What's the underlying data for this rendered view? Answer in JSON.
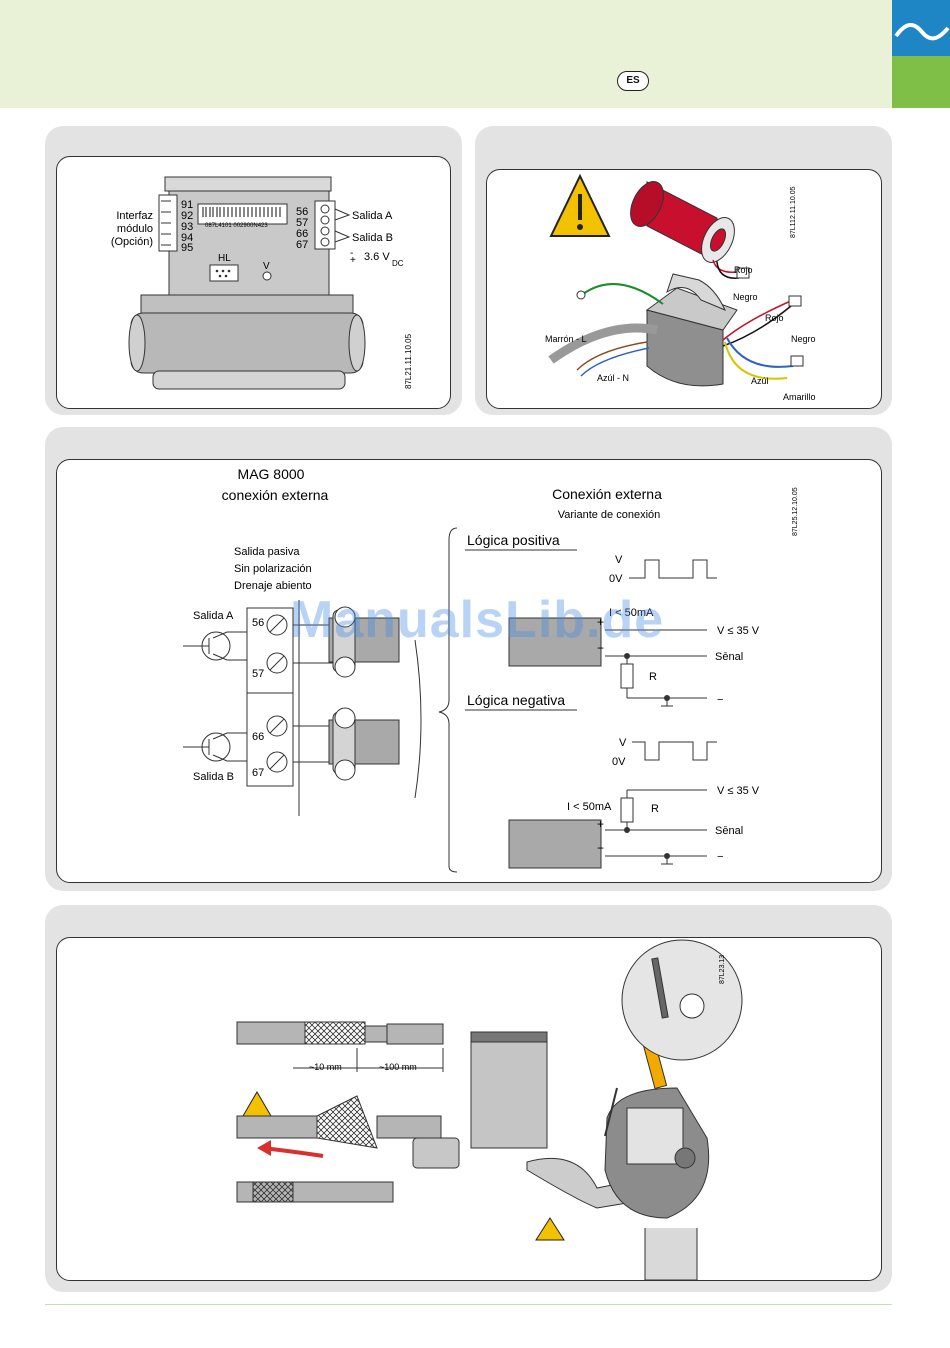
{
  "header": {
    "language_badge": "ES",
    "brand_colors": {
      "blue": "#1f86c6",
      "green": "#7fbf48",
      "band": "#e9f2d6"
    }
  },
  "panel1": {
    "ref_code": "87L21.11.10.05",
    "interface_label_lines": [
      "Interfaz",
      "módulo",
      "(Opción)"
    ],
    "left_terminals": [
      "91",
      "92",
      "93",
      "94",
      "95"
    ],
    "right_terminals": [
      "56",
      "57",
      "66",
      "67"
    ],
    "output_a": "Salida A",
    "output_b": "Salida B",
    "battery_voltage": "3.6 V",
    "battery_voltage_sub": "DC",
    "serial_label": "087L4101 002900N423",
    "hl_label": "HL",
    "v_label": "V"
  },
  "panel2": {
    "ref_code": "87L112.11.10.05",
    "labels": {
      "rojo_top": "Rojo",
      "negro_top": "Negro",
      "rojo_mid": "Rojo",
      "negro_mid": "Negro",
      "marron": "Marrón - L",
      "azul_n": "Azúl - N",
      "azul": "Azúl",
      "amarillo": "Amarillo"
    }
  },
  "panel3": {
    "ref_code": "87L25.12.10.05",
    "title_line1": "MAG 8000",
    "title_line2": "conexión externa",
    "conditions": [
      "Salida pasiva",
      "Sin polarización",
      "Drenaje abiento"
    ],
    "salida_a": "Salida A",
    "salida_b": "Salida B",
    "terminals": [
      "56",
      "57",
      "66",
      "67"
    ],
    "right_title": "Conexión externa",
    "right_subtitle": "Variante de conexión",
    "positive": {
      "title": "Lógica positiva",
      "v": "V",
      "zero_v": "0V",
      "current": "I < 50mA",
      "plus": "+",
      "minus": "−",
      "supply": "V ≤ 35 V",
      "signal": "Sēnal",
      "resistor": "R",
      "ground": "−"
    },
    "negative": {
      "title": "Lógica negativa",
      "v": "V",
      "zero_v": "0V",
      "current": "I < 50mA",
      "plus": "+",
      "minus": "−",
      "supply": "V ≤ 35 V",
      "signal": "Sēnal",
      "resistor": "R",
      "ground": "−"
    }
  },
  "panel4": {
    "ref_code": "87L23.13",
    "strip_short": "~10 mm",
    "strip_long": "~100 mm"
  },
  "watermark": "ManualsLib.de"
}
